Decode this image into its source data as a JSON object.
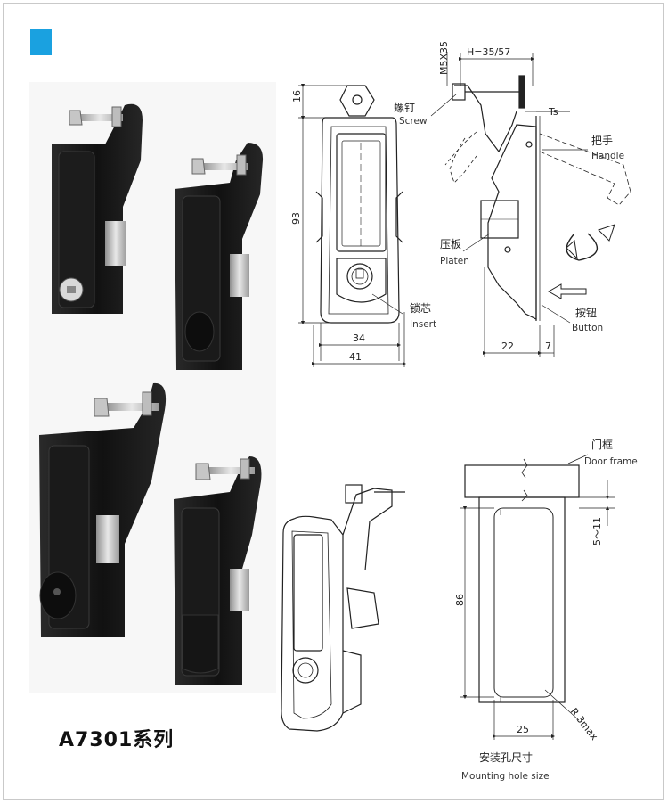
{
  "accent_color": "#1aa1e0",
  "series_title": "A7301系列",
  "side_view": {
    "dim_h": "H=35/57",
    "dim_bolt": "M5X35",
    "dim_ts": "Ts",
    "dim_22": "22",
    "dim_7": "7",
    "screw_cn": "螺钉",
    "screw_en": "Screw",
    "handle_cn": "把手",
    "handle_en": "Handle",
    "platen_cn": "压板",
    "platen_en": "Platen",
    "button_cn": "按钮",
    "button_en": "Button"
  },
  "front_view": {
    "dim_16": "16",
    "dim_93": "93",
    "dim_34": "34",
    "dim_41": "41",
    "insert_cn": "锁芯",
    "insert_en": "Insert"
  },
  "mounting_view": {
    "door_frame_cn": "门框",
    "door_frame_en": "Door frame",
    "dim_86": "86",
    "dim_5_11": "5～11",
    "dim_25": "25",
    "radius": "R 3max",
    "caption_cn": "安装孔尺寸",
    "caption_en": "Mounting hole size"
  }
}
